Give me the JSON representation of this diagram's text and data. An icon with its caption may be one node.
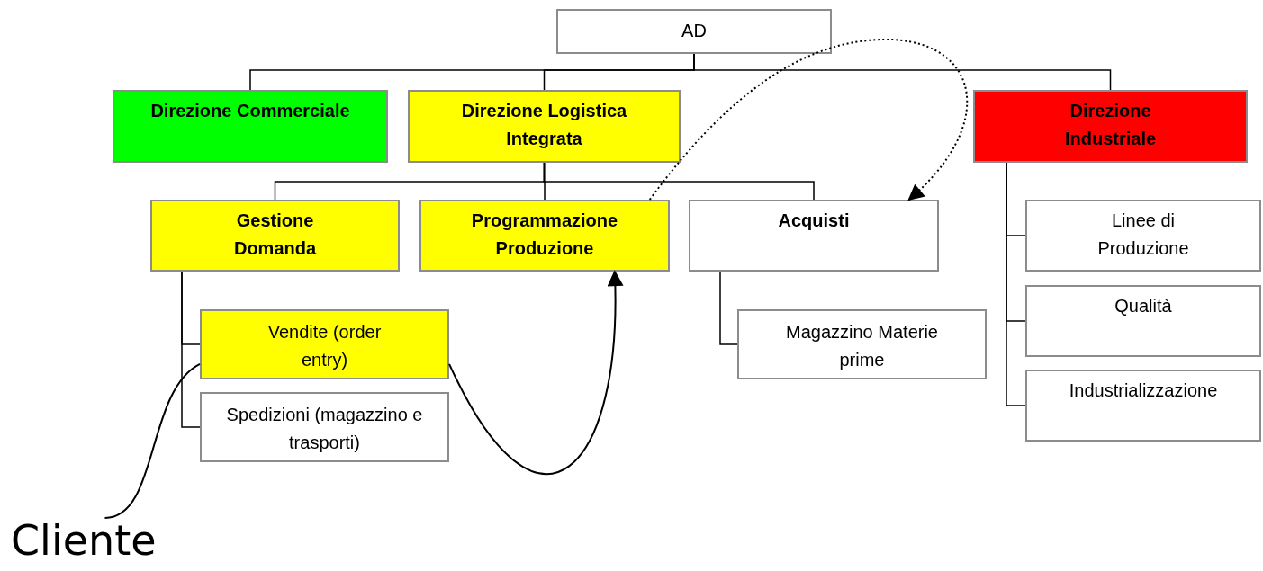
{
  "diagram": {
    "nodes": [
      {
        "text": [
          "AD"
        ]
      },
      {
        "text": [
          "Direzione Commerciale"
        ]
      },
      {
        "text": [
          "Direzione Logistica Integrata"
        ]
      },
      {
        "text": [
          "Direzione Industriale"
        ]
      },
      {
        "text": [
          "Gestione Domanda"
        ]
      },
      {
        "text": [
          "Programmazione Produzione"
        ]
      },
      {
        "text": [
          "Acquisti"
        ]
      },
      {
        "text": [
          "Vendite (order entry)"
        ]
      },
      {
        "text": [
          "Spedizioni (magazzino e trasporti)"
        ]
      },
      {
        "text": [
          "Magazzino Materie prime"
        ]
      },
      {
        "text": [
          "Linee di Produzione"
        ]
      },
      {
        "text": [
          "Qualità"
        ]
      },
      {
        "text": [
          "Industrializzazione"
        ]
      },
      {
        "text": [
          "Cliente"
        ]
      }
    ],
    "edges": [
      {
        "from": 0,
        "to": 1,
        "arrow": "none"
      },
      {
        "from": 0,
        "to": 2,
        "arrow": "none"
      },
      {
        "from": 0,
        "to": 3,
        "arrow": "none"
      },
      {
        "from": 2,
        "to": 4,
        "arrow": "none"
      },
      {
        "from": 2,
        "to": 5,
        "arrow": "none"
      },
      {
        "from": 2,
        "to": 6,
        "arrow": "none"
      },
      {
        "from": 4,
        "to": 7,
        "arrow": "none"
      },
      {
        "from": 4,
        "to": 8,
        "arrow": "none"
      },
      {
        "from": 6,
        "to": 9,
        "arrow": "none"
      },
      {
        "from": 3,
        "to": 10,
        "arrow": "none"
      },
      {
        "from": 3,
        "to": 11,
        "arrow": "none"
      },
      {
        "from": 3,
        "to": 12,
        "arrow": "none"
      },
      {
        "from": 13,
        "to": 7,
        "arrow": "none"
      },
      {
        "from": 7,
        "to": 5,
        "arrow": "to"
      },
      {
        "from": 5,
        "to": 6,
        "arrow": "to",
        "style": "dashed"
      }
    ]
  }
}
